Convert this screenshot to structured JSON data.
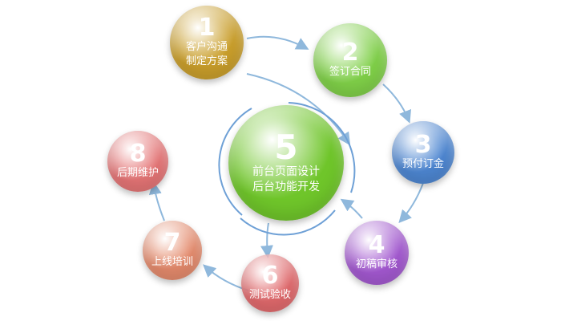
{
  "colors": {
    "arrow": "#8fb8dc",
    "center_ring": "#6ea0d6",
    "step1": "#c99e2b",
    "step2": "#7fcf48",
    "step3": "#4d86d1",
    "step4": "#a258cf",
    "step5": "#6fc52a",
    "step6": "#e0696c",
    "step7": "#e48a6c",
    "step8": "#e47475"
  },
  "steps": [
    {
      "number": "1",
      "lines": [
        "客户沟通",
        "制定方案"
      ]
    },
    {
      "number": "2",
      "lines": [
        "签订合同"
      ]
    },
    {
      "number": "3",
      "lines": [
        "预付订金"
      ]
    },
    {
      "number": "4",
      "lines": [
        "初稿审核"
      ]
    },
    {
      "number": "5",
      "lines": [
        "前台页面设计",
        "后台功能开发"
      ]
    },
    {
      "number": "6",
      "lines": [
        "测试验收"
      ]
    },
    {
      "number": "7",
      "lines": [
        "上线培训"
      ]
    },
    {
      "number": "8",
      "lines": [
        "后期维护"
      ]
    }
  ]
}
